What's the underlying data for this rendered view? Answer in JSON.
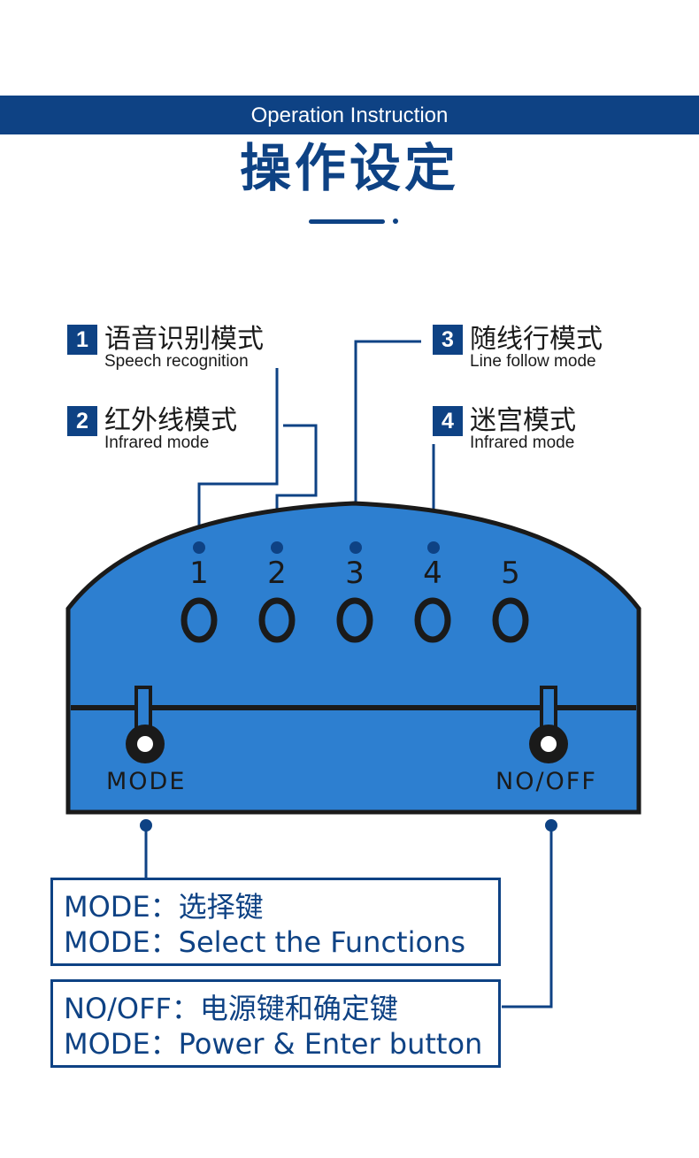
{
  "header": {
    "banner_text": "Operation Instruction",
    "title": "操作设定"
  },
  "modes": [
    {
      "num": "1",
      "cn": "语音识别模式",
      "en": "Speech recognition"
    },
    {
      "num": "2",
      "cn": "红外线模式",
      "en": "Infrared mode"
    },
    {
      "num": "3",
      "cn": "随线行模式",
      "en": "Line follow mode"
    },
    {
      "num": "4",
      "cn": "迷宫模式",
      "en": "Infrared mode"
    }
  ],
  "device": {
    "slot_numbers": [
      "1",
      "2",
      "3",
      "4",
      "5"
    ],
    "mode_button_label": "MODE",
    "power_button_label": "NO/OFF",
    "body_color": "#2d7fd0",
    "outline_color": "#1a1a1a"
  },
  "info": {
    "mode_cn": "MODE：选择键",
    "mode_en": "MODE：Select the Functions",
    "power_cn": "NO/OFF：电源键和确定键",
    "power_en": "MODE：Power & Enter button"
  },
  "colors": {
    "accent": "#0e4284"
  }
}
